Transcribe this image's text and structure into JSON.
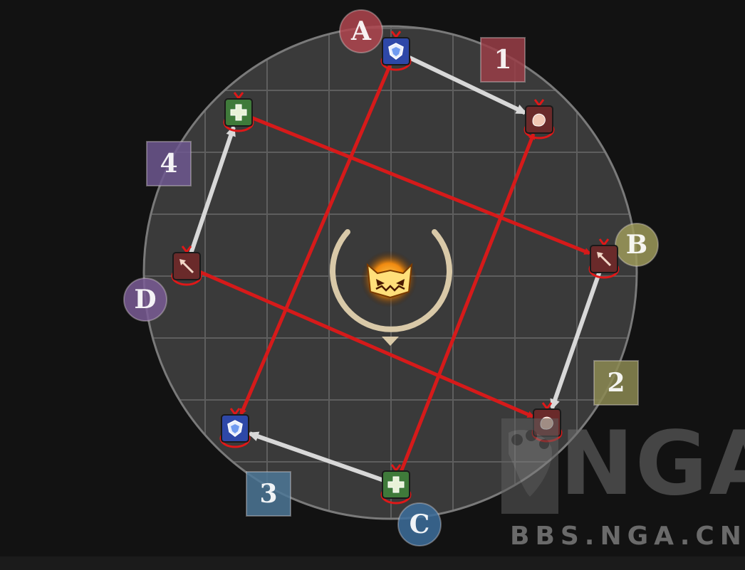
{
  "colors": {
    "background": "#121212",
    "arena": "#3a3a3a",
    "grid": "#5e5e5e",
    "arrow_red": "#d61a1a",
    "arrow_white": "#d8d8d8",
    "boss_ring": "#d9c9a8",
    "tank": "#2e48a8",
    "healer": "#3f7a3a",
    "dps": "#6a2a2a"
  },
  "waymarks": {
    "A": {
      "label": "A",
      "color": "#b0454f"
    },
    "B": {
      "label": "B",
      "color": "#9e9a5a"
    },
    "C": {
      "label": "C",
      "color": "#3d6f9c"
    },
    "D": {
      "label": "D",
      "color": "#7a5c95"
    },
    "1": {
      "label": "1",
      "color": "#9a3e48"
    },
    "2": {
      "label": "2",
      "color": "#8c8a52"
    },
    "3": {
      "label": "3",
      "color": "#4d7898"
    },
    "4": {
      "label": "4",
      "color": "#6e5890"
    }
  },
  "players": [
    {
      "role": "tank",
      "icon": "shield-icon"
    },
    {
      "role": "dps",
      "icon": "melee-icon"
    },
    {
      "role": "dps",
      "icon": "ranged-icon"
    },
    {
      "role": "dps",
      "icon": "melee-icon"
    },
    {
      "role": "healer",
      "icon": "healer-cross-icon"
    },
    {
      "role": "tank",
      "icon": "shield-icon"
    },
    {
      "role": "dps",
      "icon": "ranged-icon"
    },
    {
      "role": "healer",
      "icon": "healer-cross-icon"
    }
  ],
  "boss": {
    "icon": "boss-face-icon"
  },
  "watermark": {
    "word": "NGA",
    "url": "BBS.NGA.CN"
  }
}
